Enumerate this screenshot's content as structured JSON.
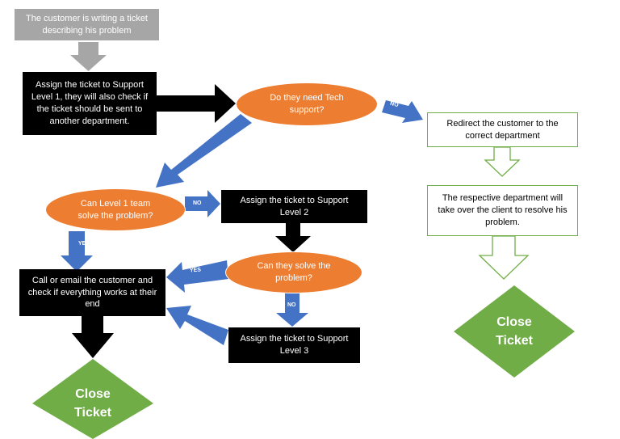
{
  "nodes": {
    "start": "The customer is writing a ticket describing his problem",
    "assign_l1": "Assign the ticket to Support Level 1, they will also check if the ticket should be sent to another department.",
    "need_tech": "Do they need Tech support?",
    "redirect": "Redirect the customer to the correct department",
    "dept_resolve": "The respective department will take over the client to resolve his problem.",
    "close_right": "Close Ticket",
    "l1_solve": "Can Level 1 team solve the problem?",
    "assign_l2": "Assign the ticket to Support Level 2",
    "l2_solve": "Can they solve the problem?",
    "call_email": "Call or email the customer and check if everything works at their end",
    "assign_l3": "Assign the ticket to Support Level 3",
    "close_left": "Close Ticket"
  },
  "edge_labels": {
    "tech_no": "NO",
    "l1_no": "NO",
    "l1_yes": "YE",
    "l2_yes": "YES",
    "l2_no": "NO"
  },
  "colors": {
    "gray": "#a6a6a6",
    "black": "#000000",
    "orange": "#ed7d31",
    "blue_arrow": "#4472c4",
    "green": "#70ad47",
    "outline_green": "#70ad47"
  }
}
